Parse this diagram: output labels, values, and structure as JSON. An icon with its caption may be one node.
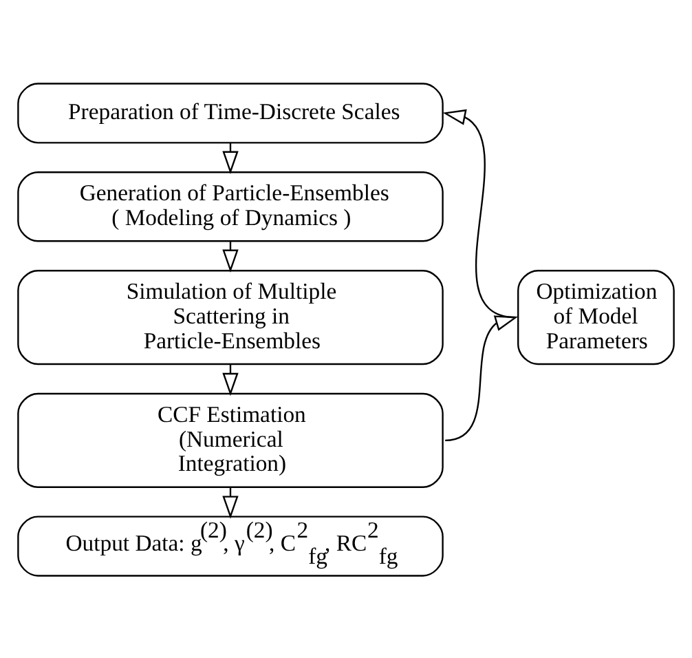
{
  "diagram": {
    "nodes": [
      {
        "text": [
          "Preparation of Time-Discrete Scales"
        ]
      },
      {
        "text": [
          "Generation of Particle-Ensembles ( Modeling of Dynamics )"
        ]
      },
      {
        "text": [
          "Simulation of Multiple Scattering in Particle-Ensembles"
        ]
      },
      {
        "text": [
          "CCF Estimation (Numerical Integration)"
        ]
      },
      {
        "text": [
          "Output Data: g$^{(2)}$, γ$^{(2)}$, C$^{2}$$_{fg}$, RC$^{2}$$_{fg}$"
        ]
      },
      {
        "text": [
          "Optimization of Model Parameters"
        ]
      }
    ],
    "edges": [
      {
        "from": 0,
        "to": 1,
        "arrow": "to"
      },
      {
        "from": 1,
        "to": 2,
        "arrow": "to"
      },
      {
        "from": 2,
        "to": 3,
        "arrow": "to"
      },
      {
        "from": 3,
        "to": 4,
        "arrow": "to"
      },
      {
        "from": 3,
        "to": 5,
        "arrow": "to"
      },
      {
        "from": 5,
        "to": 0,
        "arrow": "to"
      }
    ]
  }
}
